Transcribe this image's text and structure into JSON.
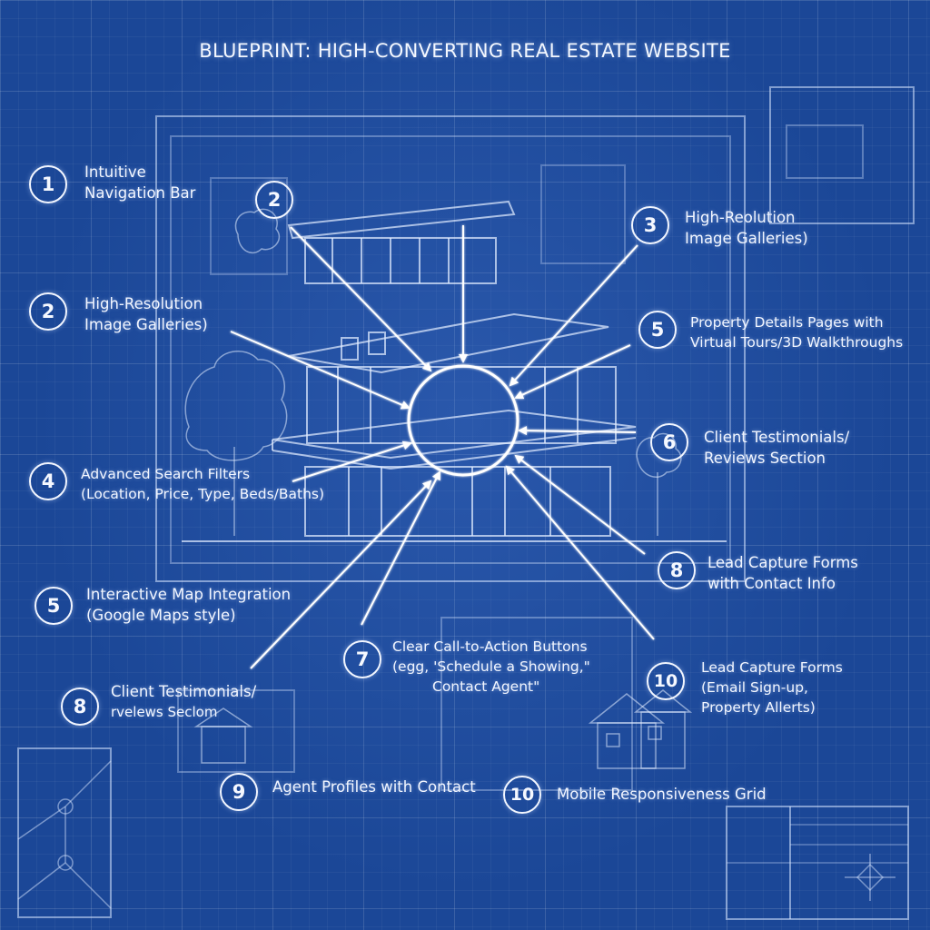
{
  "title": "BLUEPRINT: HIGH-CONVERTING REAL ESTATE WEBSITE",
  "colors": {
    "background": "#1b4797",
    "line": "#ffffff",
    "text": "#f2f6ff"
  },
  "callouts": [
    {
      "number": "1",
      "lines": [
        "Intuitive",
        "Navigation Bar"
      ]
    },
    {
      "number": "2",
      "lines": []
    },
    {
      "number": "3",
      "lines": [
        "High-Reolution",
        "Image Galleries)"
      ]
    },
    {
      "number": "2",
      "lines": [
        "High-Resolution",
        "Image Galleries)"
      ]
    },
    {
      "number": "5",
      "lines": [
        "Property Details Pages with",
        "Virtual Tours/3D Walkthroughs"
      ]
    },
    {
      "number": "6",
      "lines": [
        "Client Testimonials/",
        "Reviews Section"
      ]
    },
    {
      "number": "4",
      "lines": [
        "Advanced Search Filters",
        "(Location, Price, Type, Beds/Baths)"
      ]
    },
    {
      "number": "8",
      "lines": [
        "Lead Capture Forms",
        "with Contact Info"
      ]
    },
    {
      "number": "5",
      "lines": [
        "Interactive Map Integration",
        "(Google Maps style)"
      ]
    },
    {
      "number": "7",
      "lines": [
        "Clear Call-to-Action Buttons",
        "(egg, 'Schedule a Showing,\"",
        "Contact Agent\""
      ]
    },
    {
      "number": "10",
      "lines": [
        "Lead Capture Forms",
        "(Email Sign-up,",
        "Property Allerts)"
      ]
    },
    {
      "number": "8",
      "lines": [
        "Client Testimonials/",
        "rvelews Seclom"
      ]
    },
    {
      "number": "9",
      "lines": [
        "Agent Profiles with Contact"
      ]
    },
    {
      "number": "10",
      "lines": [
        "Mobile Responsiveness Grid"
      ]
    }
  ]
}
